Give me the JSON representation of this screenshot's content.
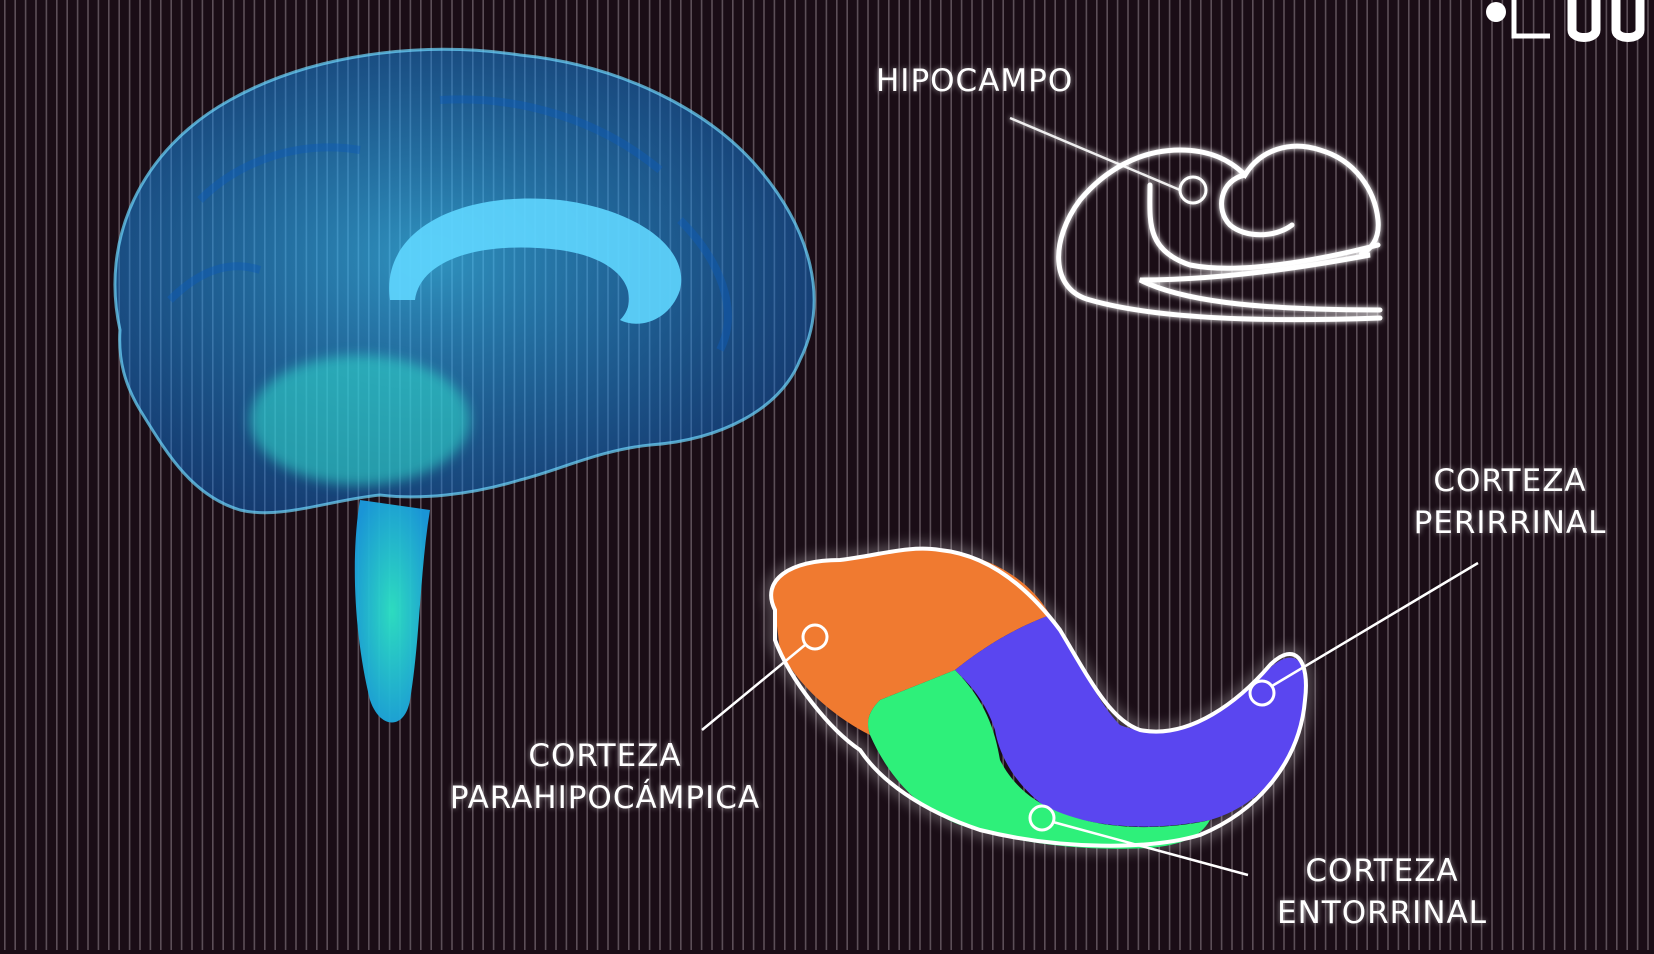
{
  "labels": {
    "hipocampo": "HIPOCAMPO",
    "perirrinal": [
      "CORTEZA",
      "PERIRRINAL"
    ],
    "parahipocampica": [
      "CORTEZA",
      "PARAHIPOCÁMPICA"
    ],
    "entorrinal": [
      "CORTEZA",
      "ENTORRINAL"
    ]
  },
  "colors": {
    "background": "#1a0d16",
    "stripes": "#e8dde6",
    "brain": "#1fa8ff",
    "brainstem": "#23c7e6",
    "outline": "#ffffff",
    "parahippocampal": "#f07a30",
    "perirhinal": "#5a46f0",
    "entorhinal": "#2ef07a"
  },
  "icons": [
    "brain-illustration",
    "hippocampus-outline",
    "cortex-regions-diagram",
    "logo-mark"
  ]
}
